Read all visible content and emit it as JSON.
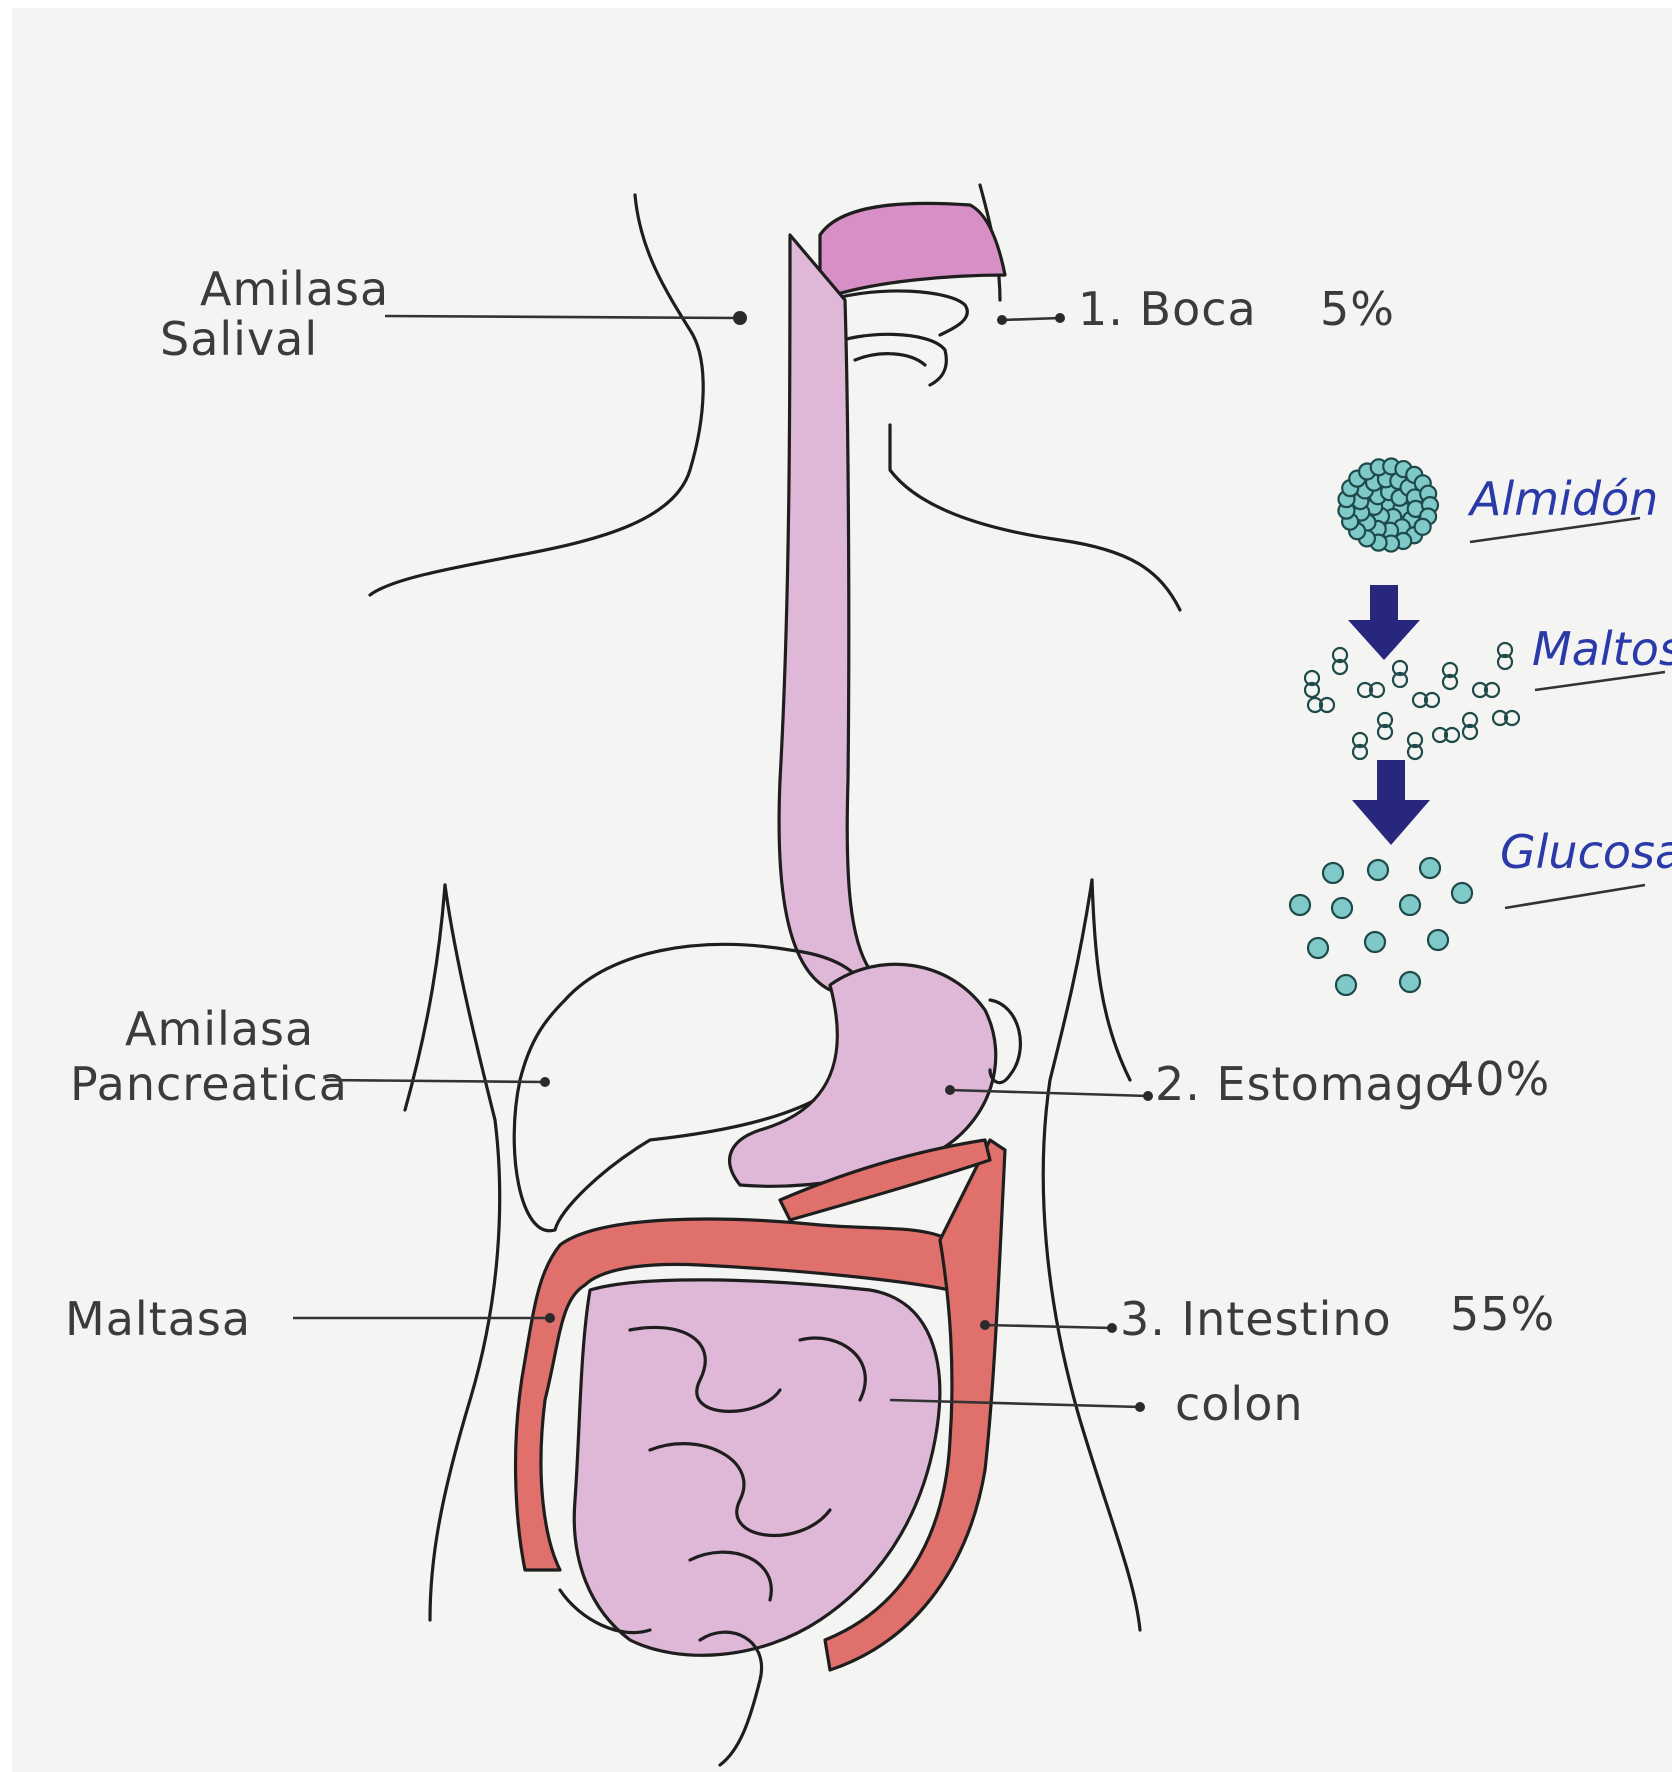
{
  "labels": {
    "amilasa_salival_1": "Amilasa",
    "amilasa_salival_2": "Salival",
    "boca": "1. Boca",
    "boca_pct": "5%",
    "amilasa_pancreatica_1": "Amilasa",
    "amilasa_pancreatica_2": "Pancreatica",
    "estomago": "2. Estomago",
    "estomago_pct": "40%",
    "maltasa": "Maltasa",
    "intestino": "3. Intestino",
    "intestino_pct": "55%",
    "colon": "colon"
  },
  "process": {
    "step1": "Almidón",
    "step2": "Maltosa",
    "step3": "Glucosa"
  },
  "colors": {
    "paper": "#ffffff",
    "ink": "#1e1e1e",
    "organ_pink": "#d88fc6",
    "organ_light": "#dfb8d8",
    "colon_red": "#e0706b",
    "molecule": "#7fc9c9",
    "arrow": "#27277e",
    "process_label": "#2a3aa8"
  }
}
